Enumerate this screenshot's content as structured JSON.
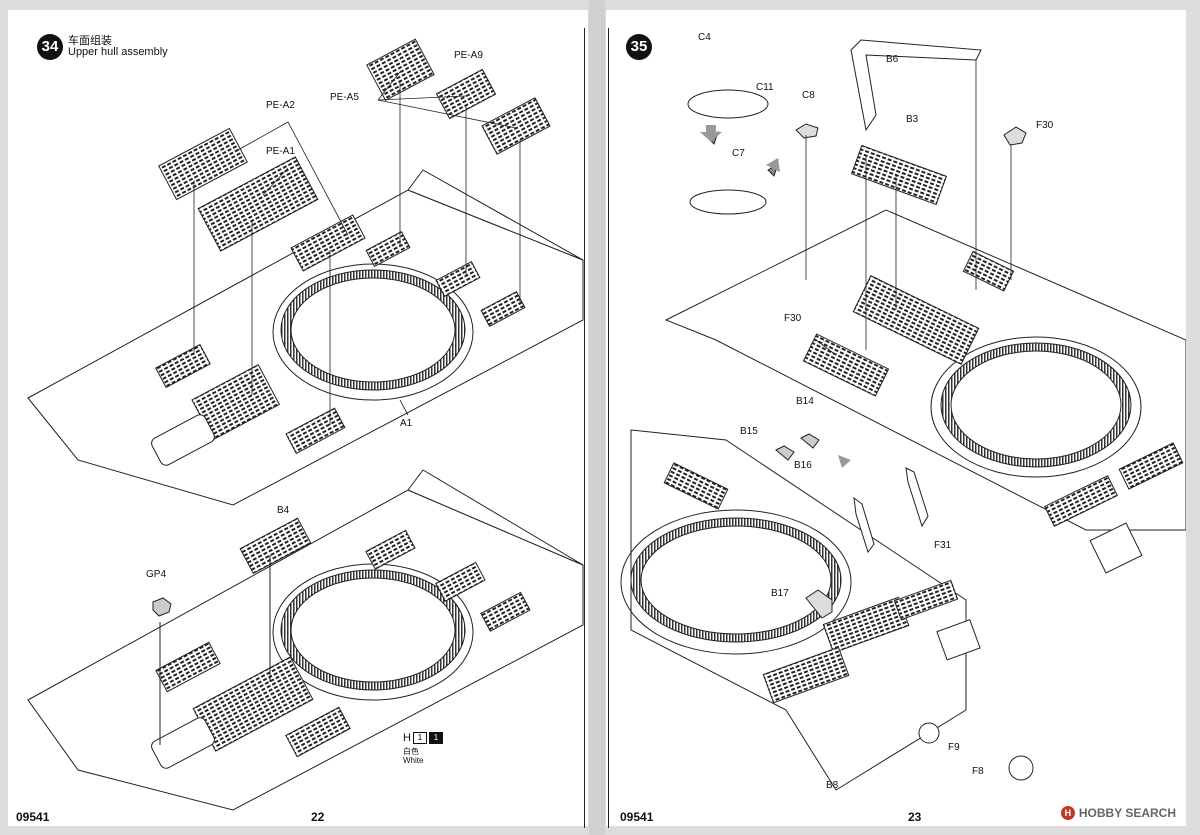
{
  "left_page": {
    "step": "34",
    "title_cn": "车面组装",
    "title_en": "Upper  hull assembly",
    "parts": [
      "PE-A2",
      "PE-A1",
      "PE-A5",
      "PE-A9",
      "A1",
      "B4",
      "GP4"
    ],
    "paint": {
      "code": "H",
      "boxes": [
        "1",
        "1"
      ],
      "cn": "白色",
      "en": "White"
    },
    "catalog": "09541",
    "page_number": "22"
  },
  "right_page": {
    "step": "35",
    "parts": [
      "C4",
      "C11",
      "C7",
      "B6",
      "C8",
      "B3",
      "F30",
      "F30",
      "B14",
      "B15",
      "B16",
      "F31",
      "B17",
      "F9",
      "F8",
      "B8"
    ],
    "catalog": "09541",
    "page_number": "23"
  },
  "watermark": "HOBBY SEARCH",
  "colors": {
    "line": "#222222",
    "paper": "#ffffff",
    "gutter": "#d0d0d0"
  }
}
